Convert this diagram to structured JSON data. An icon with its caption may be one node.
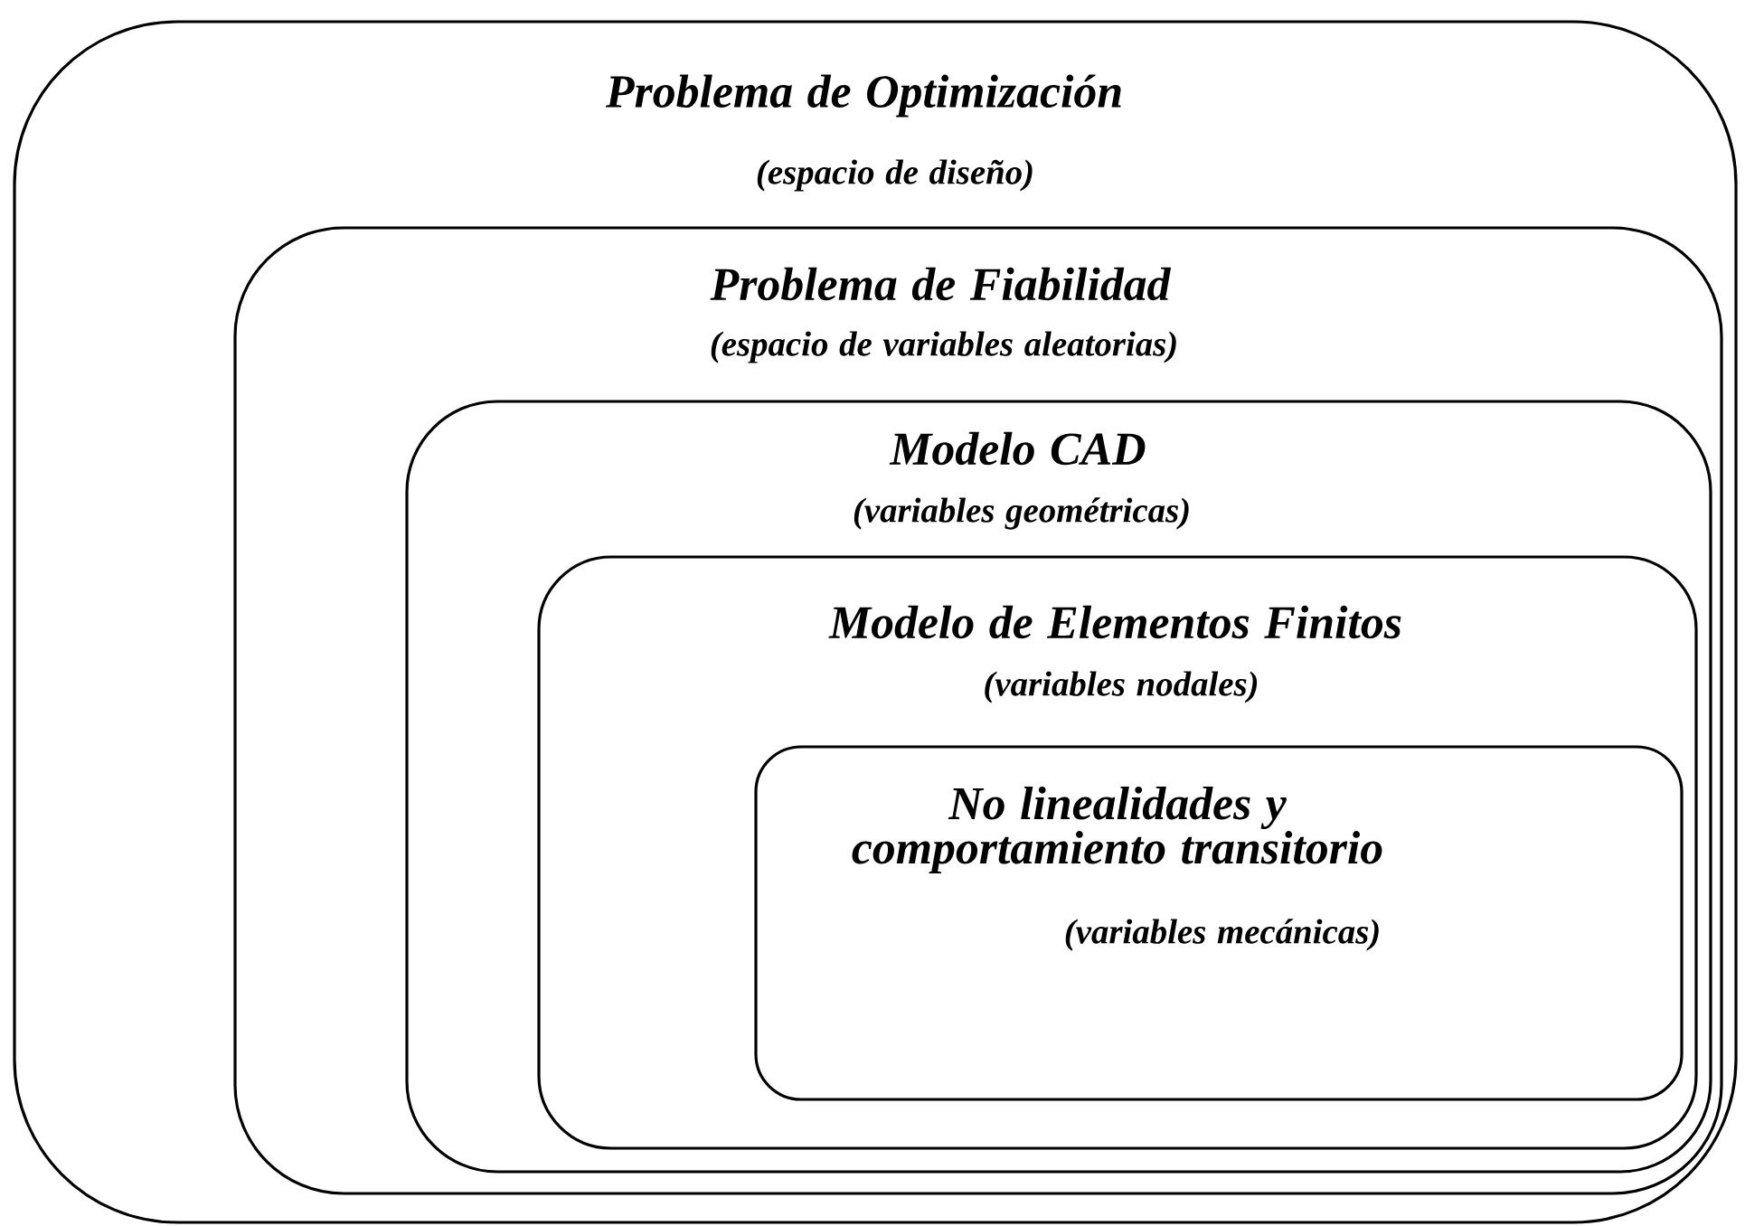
{
  "diagram": {
    "nodes": [
      {
        "text": [
          "Problema de Optimización",
          "(espacio de diseño)"
        ]
      },
      {
        "text": [
          "Problema de Fiabilidad",
          "(espacio de variables aleatorias)"
        ],
        "in": 0
      },
      {
        "text": [
          "Modelo CAD",
          "(variables geométricas)"
        ],
        "in": 1
      },
      {
        "text": [
          "Modelo de Elementos Finitos",
          "(variables nodales)"
        ],
        "in": 2
      },
      {
        "text": [
          "No linealidades y comportamiento transitorio",
          "(variables mecánicas)"
        ],
        "in": 3
      }
    ]
  }
}
